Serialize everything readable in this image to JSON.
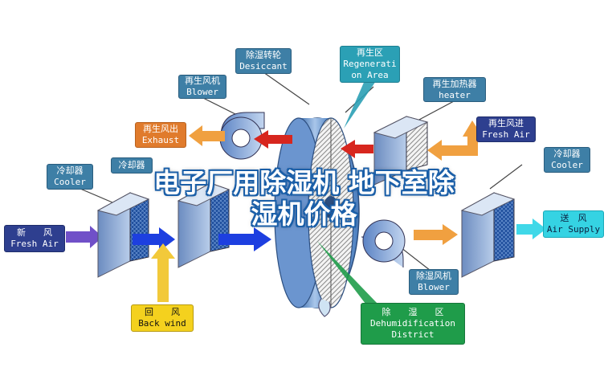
{
  "labels": {
    "desiccant": {
      "cn": "除湿转轮",
      "en": "Desiccant"
    },
    "regen_area": {
      "cn": "再生区",
      "en1": "Regenerati",
      "en2": "on Area"
    },
    "regen_blower": {
      "cn": "再生风机",
      "en": "Blower"
    },
    "regen_heater": {
      "cn": "再生加热器",
      "en": "heater"
    },
    "regen_exhaust": {
      "cn": "再生风出",
      "en": "Exhaust"
    },
    "regen_air_in": {
      "cn": "再生风进",
      "en": "Fresh Air"
    },
    "cooler_left": {
      "cn": "冷却器",
      "en": "Cooler"
    },
    "cooler_mid": {
      "cn": "冷却器"
    },
    "cooler_right": {
      "cn": "冷却器",
      "en": "Cooler"
    },
    "fresh_air": {
      "cn": "新　　风",
      "en": "Fresh Air"
    },
    "back_wind": {
      "cn": "回　　风",
      "en": "Back wind"
    },
    "air_supply": {
      "cn": "送　风",
      "en": "Air Supply"
    },
    "dehum_blower": {
      "cn": "除湿风机",
      "en": "Blower"
    },
    "dehum_district": {
      "cn": "除　　湿　　区",
      "en1": "Dehumidification",
      "en2": "District"
    }
  },
  "watermark": {
    "line1": "电子厂用除湿机 地下室除",
    "line2": "湿机价格"
  },
  "colors": {
    "label_blue": "#3e7fa6",
    "label_navy": "#2e3f8f",
    "label_teal": "#2ba0b5",
    "exhaust_orange": "#e07b2c",
    "back_wind_yellow": "#f4d11e",
    "dehum_green": "#1f9c4a",
    "supply_cyan": "#35d3e3",
    "arrow_red": "#d7261e",
    "arrow_orange": "#f0a040",
    "arrow_blue": "#1d3fe0",
    "arrow_purple": "#7050c8",
    "arrow_yellow": "#f2c93a"
  }
}
